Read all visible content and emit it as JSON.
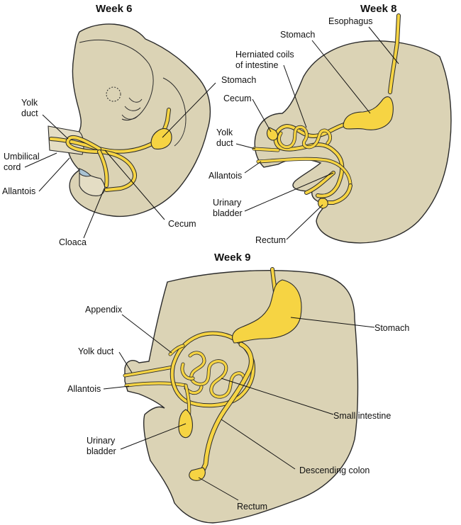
{
  "colors": {
    "embryo_tissue": "#dbd3b5",
    "gut_tube": "#f6d443",
    "outline": "#2b2b2b",
    "background": "#ffffff"
  },
  "week6": {
    "title": "Week 6",
    "labels": {
      "stomach": "Stomach",
      "yolk_duct_line1": "Yolk",
      "yolk_duct_line2": "duct",
      "umbilical_cord_line1": "Umbilical",
      "umbilical_cord_line2": "cord",
      "allantois": "Allantois",
      "cecum": "Cecum",
      "cloaca": "Cloaca"
    }
  },
  "week8": {
    "title": "Week 8",
    "labels": {
      "esophagus": "Esophagus",
      "stomach": "Stomach",
      "herniated_line1": "Herniated coils",
      "herniated_line2": "of intestine",
      "cecum": "Cecum",
      "yolk_duct_line1": "Yolk",
      "yolk_duct_line2": "duct",
      "allantois": "Allantois",
      "urinary_bladder_line1": "Urinary",
      "urinary_bladder_line2": "bladder",
      "rectum": "Rectum"
    }
  },
  "week9": {
    "title": "Week 9",
    "labels": {
      "appendix": "Appendix",
      "stomach": "Stomach",
      "yolk_duct": "Yolk duct",
      "allantois": "Allantois",
      "small_intestine": "Small intestine",
      "urinary_bladder_line1": "Urinary",
      "urinary_bladder_line2": "bladder",
      "descending_colon": "Descending colon",
      "rectum": "Rectum"
    }
  }
}
